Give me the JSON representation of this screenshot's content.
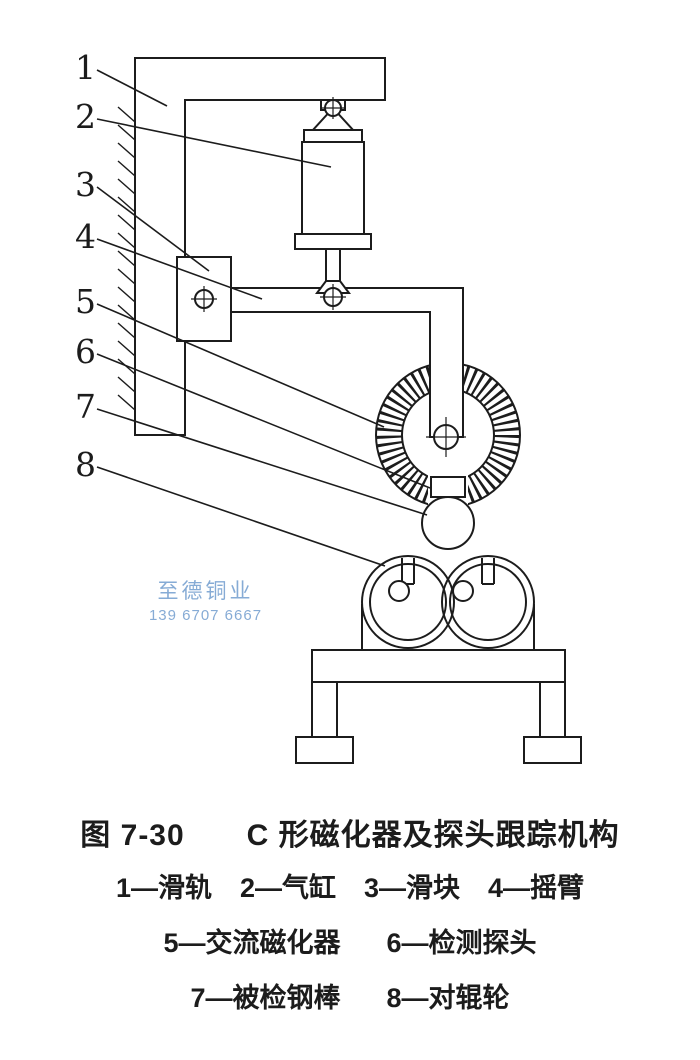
{
  "figure": {
    "numbers": [
      "1",
      "2",
      "3",
      "4",
      "5",
      "6",
      "7",
      "8"
    ],
    "watermark": {
      "line1": "至德铜业",
      "line2": "139 6707 6667",
      "color": "#7aa3d1"
    }
  },
  "caption": {
    "title": "图 7-30　　C 形磁化器及探头跟踪机构",
    "legend_rows": [
      [
        "1—滑轨",
        "2—气缸",
        "3—滑块",
        "4—摇臂"
      ],
      [
        "5—交流磁化器",
        "6—检测探头"
      ],
      [
        "7—被检钢棒",
        "8—对辊轮"
      ]
    ]
  },
  "colors": {
    "ink": "#1c1c1c",
    "paper": "#ffffff",
    "watermark": "#7aa3d1"
  }
}
